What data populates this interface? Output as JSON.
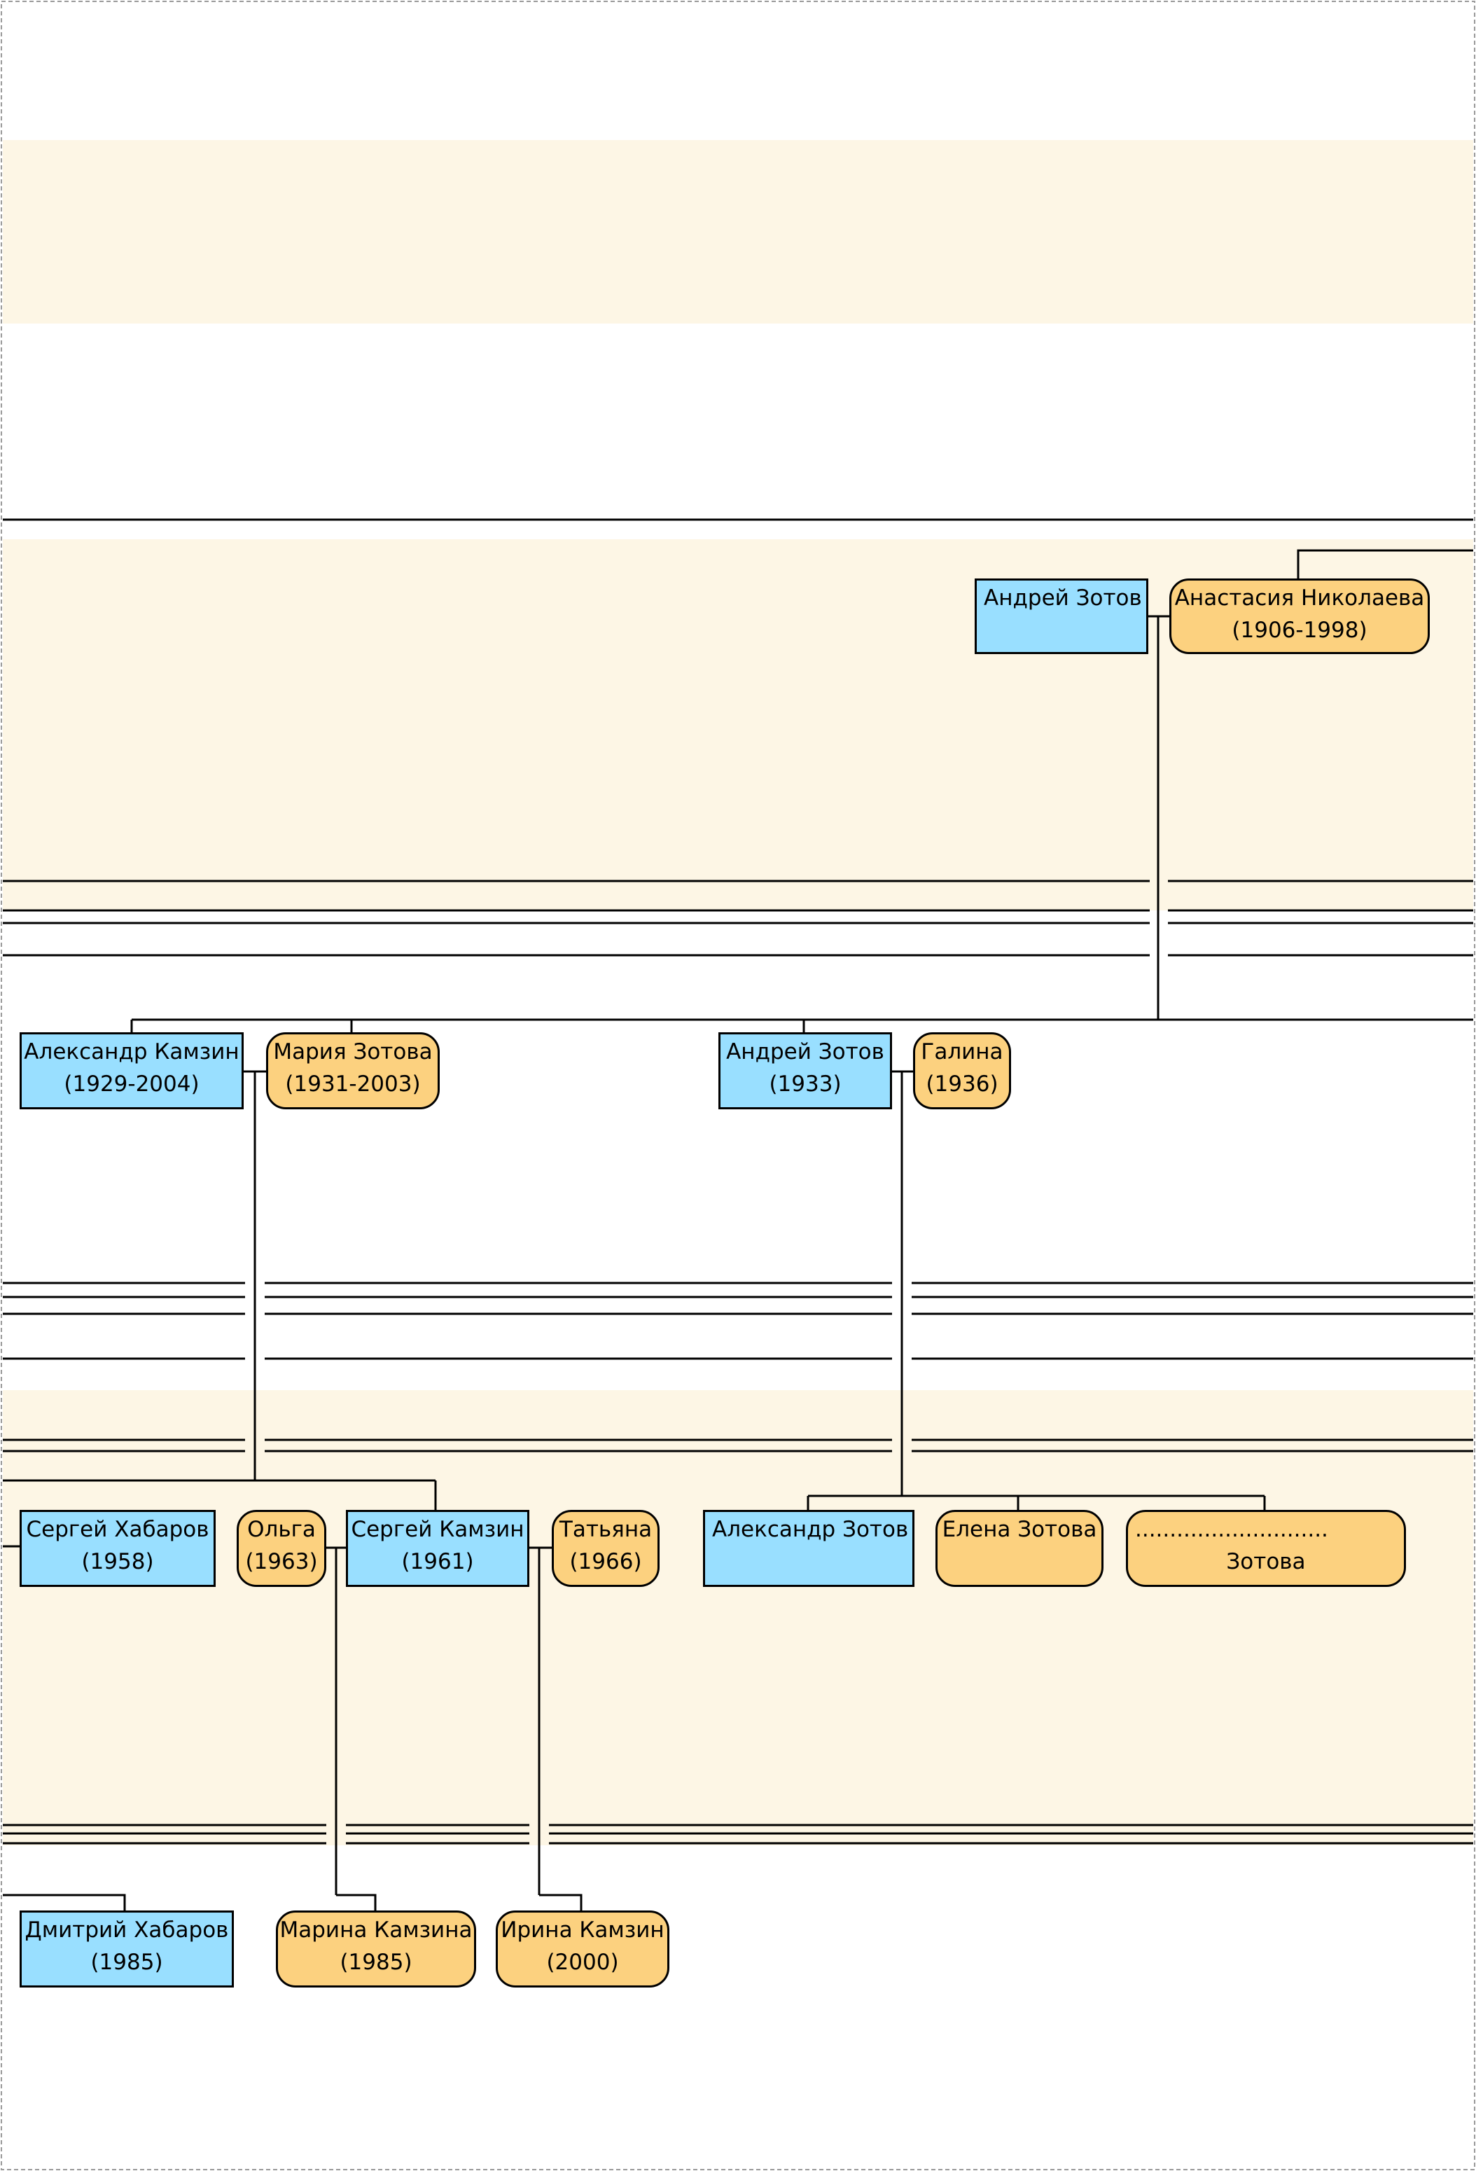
{
  "colors": {
    "male_fill": "#99dfff",
    "female_fill": "#fcd17f",
    "band_fill": "#fdf6e5",
    "line": "#000000",
    "frame": "#9a9a9a"
  },
  "people": {
    "andrey_zotov_sr": {
      "name": "Андрей Зотов",
      "years": ""
    },
    "anastasia_nikolaeva": {
      "name": "Анастасия Николаева",
      "years": "(1906-1998)"
    },
    "aleksandr_kamzin": {
      "name": "Александр Камзин",
      "years": "(1929-2004)"
    },
    "maria_zotova": {
      "name": "Мария Зотова",
      "years": "(1931-2003)"
    },
    "andrey_zotov_jr": {
      "name": "Андрей Зотов",
      "years": "(1933)"
    },
    "galina": {
      "name": "Галина",
      "years": "(1936)"
    },
    "sergey_khabarov": {
      "name": "Сергей Хабаров",
      "years": "(1958)"
    },
    "olga": {
      "name": "Ольга",
      "years": "(1963)"
    },
    "sergey_kamzin": {
      "name": "Сергей Камзин",
      "years": "(1961)"
    },
    "tatyana": {
      "name": "Татьяна",
      "years": "(1966)"
    },
    "aleksandr_zotov": {
      "name": "Александр Зотов",
      "years": ""
    },
    "elena_zotova": {
      "name": "Елена Зотова",
      "years": ""
    },
    "unknown_zotova": {
      "name": "............................",
      "years": "Зотова"
    },
    "dmitry_khabarov": {
      "name": "Дмитрий Хабаров",
      "years": "(1985)"
    },
    "marina_kamzina": {
      "name": "Марина Камзина",
      "years": "(1985)"
    },
    "irina_kamzin": {
      "name": "Ирина Камзин",
      "years": "(2000)"
    }
  }
}
